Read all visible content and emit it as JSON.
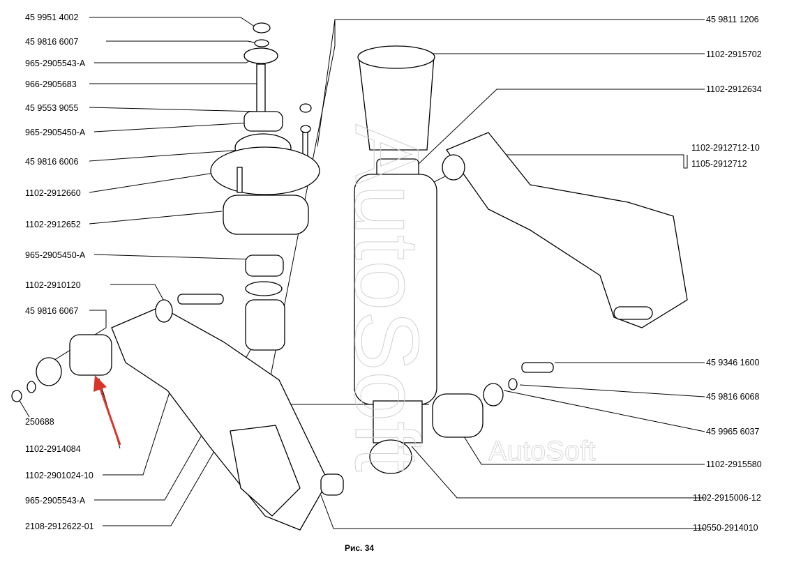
{
  "figure": {
    "caption": "Рис. 34",
    "watermark_vertical": "AutoSoft",
    "watermark_horizontal": "AutoSoft",
    "colors": {
      "line": "#000000",
      "accent_arrow": "#d9342b"
    }
  },
  "left_labels": [
    "45 9951 4002",
    "45 9816 6007",
    "965-2905543-A",
    "966-2905683",
    "45 9553 9055",
    "965-2905450-A",
    "45 9816 6006",
    "1102-2912660",
    "1102-2912652",
    "965-2905450-A",
    "1102-2910120",
    "45 9816 6067",
    "250688",
    "1102-2914084",
    "1102-2901024-10",
    "965-2905543-A",
    "2108-2912622-01"
  ],
  "right_labels": [
    "45 9811 1206",
    "1102-2915702",
    "1102-2912634",
    "1102-2912712-10",
    "1105-2912712",
    "45 9346 1600",
    "45 9816 6068",
    "45 9965 6037",
    "1102-2915580",
    "1102-2915006-12",
    "110550-2914010"
  ]
}
